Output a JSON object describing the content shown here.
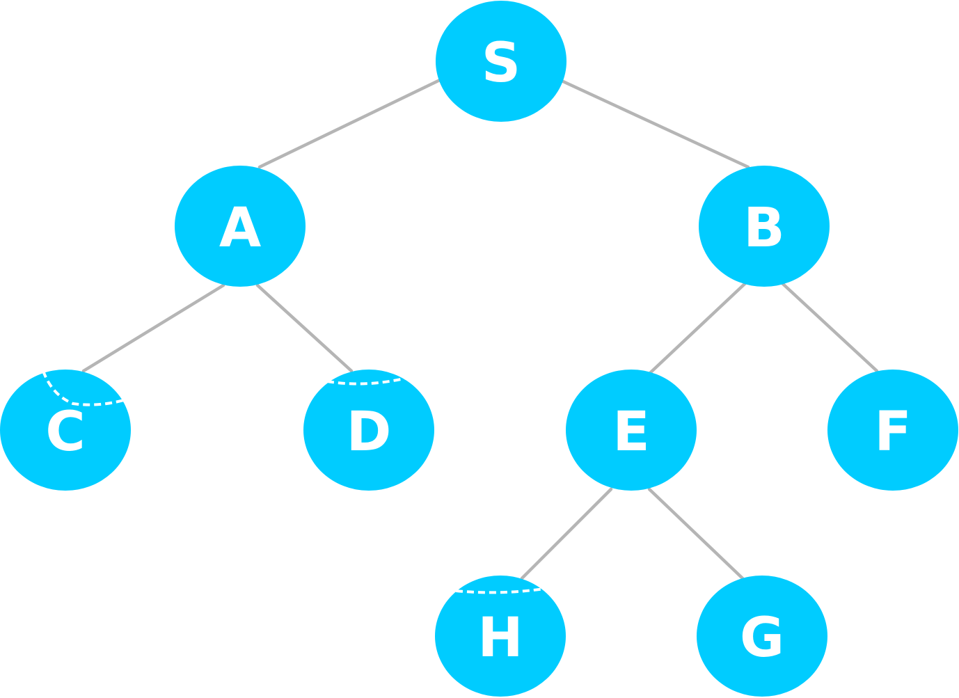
{
  "colors": {
    "node_fill": "#00ccff",
    "edge": "#b5b5b5",
    "label": "#ffffff",
    "cut_mark": "#ffffff"
  },
  "nodes": [
    {
      "id": "S",
      "label": "S"
    },
    {
      "id": "A",
      "label": "A"
    },
    {
      "id": "B",
      "label": "B"
    },
    {
      "id": "C",
      "label": "C"
    },
    {
      "id": "D",
      "label": "D"
    },
    {
      "id": "E",
      "label": "E"
    },
    {
      "id": "F",
      "label": "F"
    },
    {
      "id": "H",
      "label": "H"
    },
    {
      "id": "G",
      "label": "G"
    }
  ],
  "edges": [
    {
      "from": "S",
      "to": "A"
    },
    {
      "from": "S",
      "to": "B"
    },
    {
      "from": "A",
      "to": "C"
    },
    {
      "from": "A",
      "to": "D"
    },
    {
      "from": "B",
      "to": "E"
    },
    {
      "from": "B",
      "to": "F"
    },
    {
      "from": "E",
      "to": "H"
    },
    {
      "from": "E",
      "to": "G"
    }
  ],
  "dashed_cut_marks_on": [
    "C",
    "D",
    "H"
  ]
}
